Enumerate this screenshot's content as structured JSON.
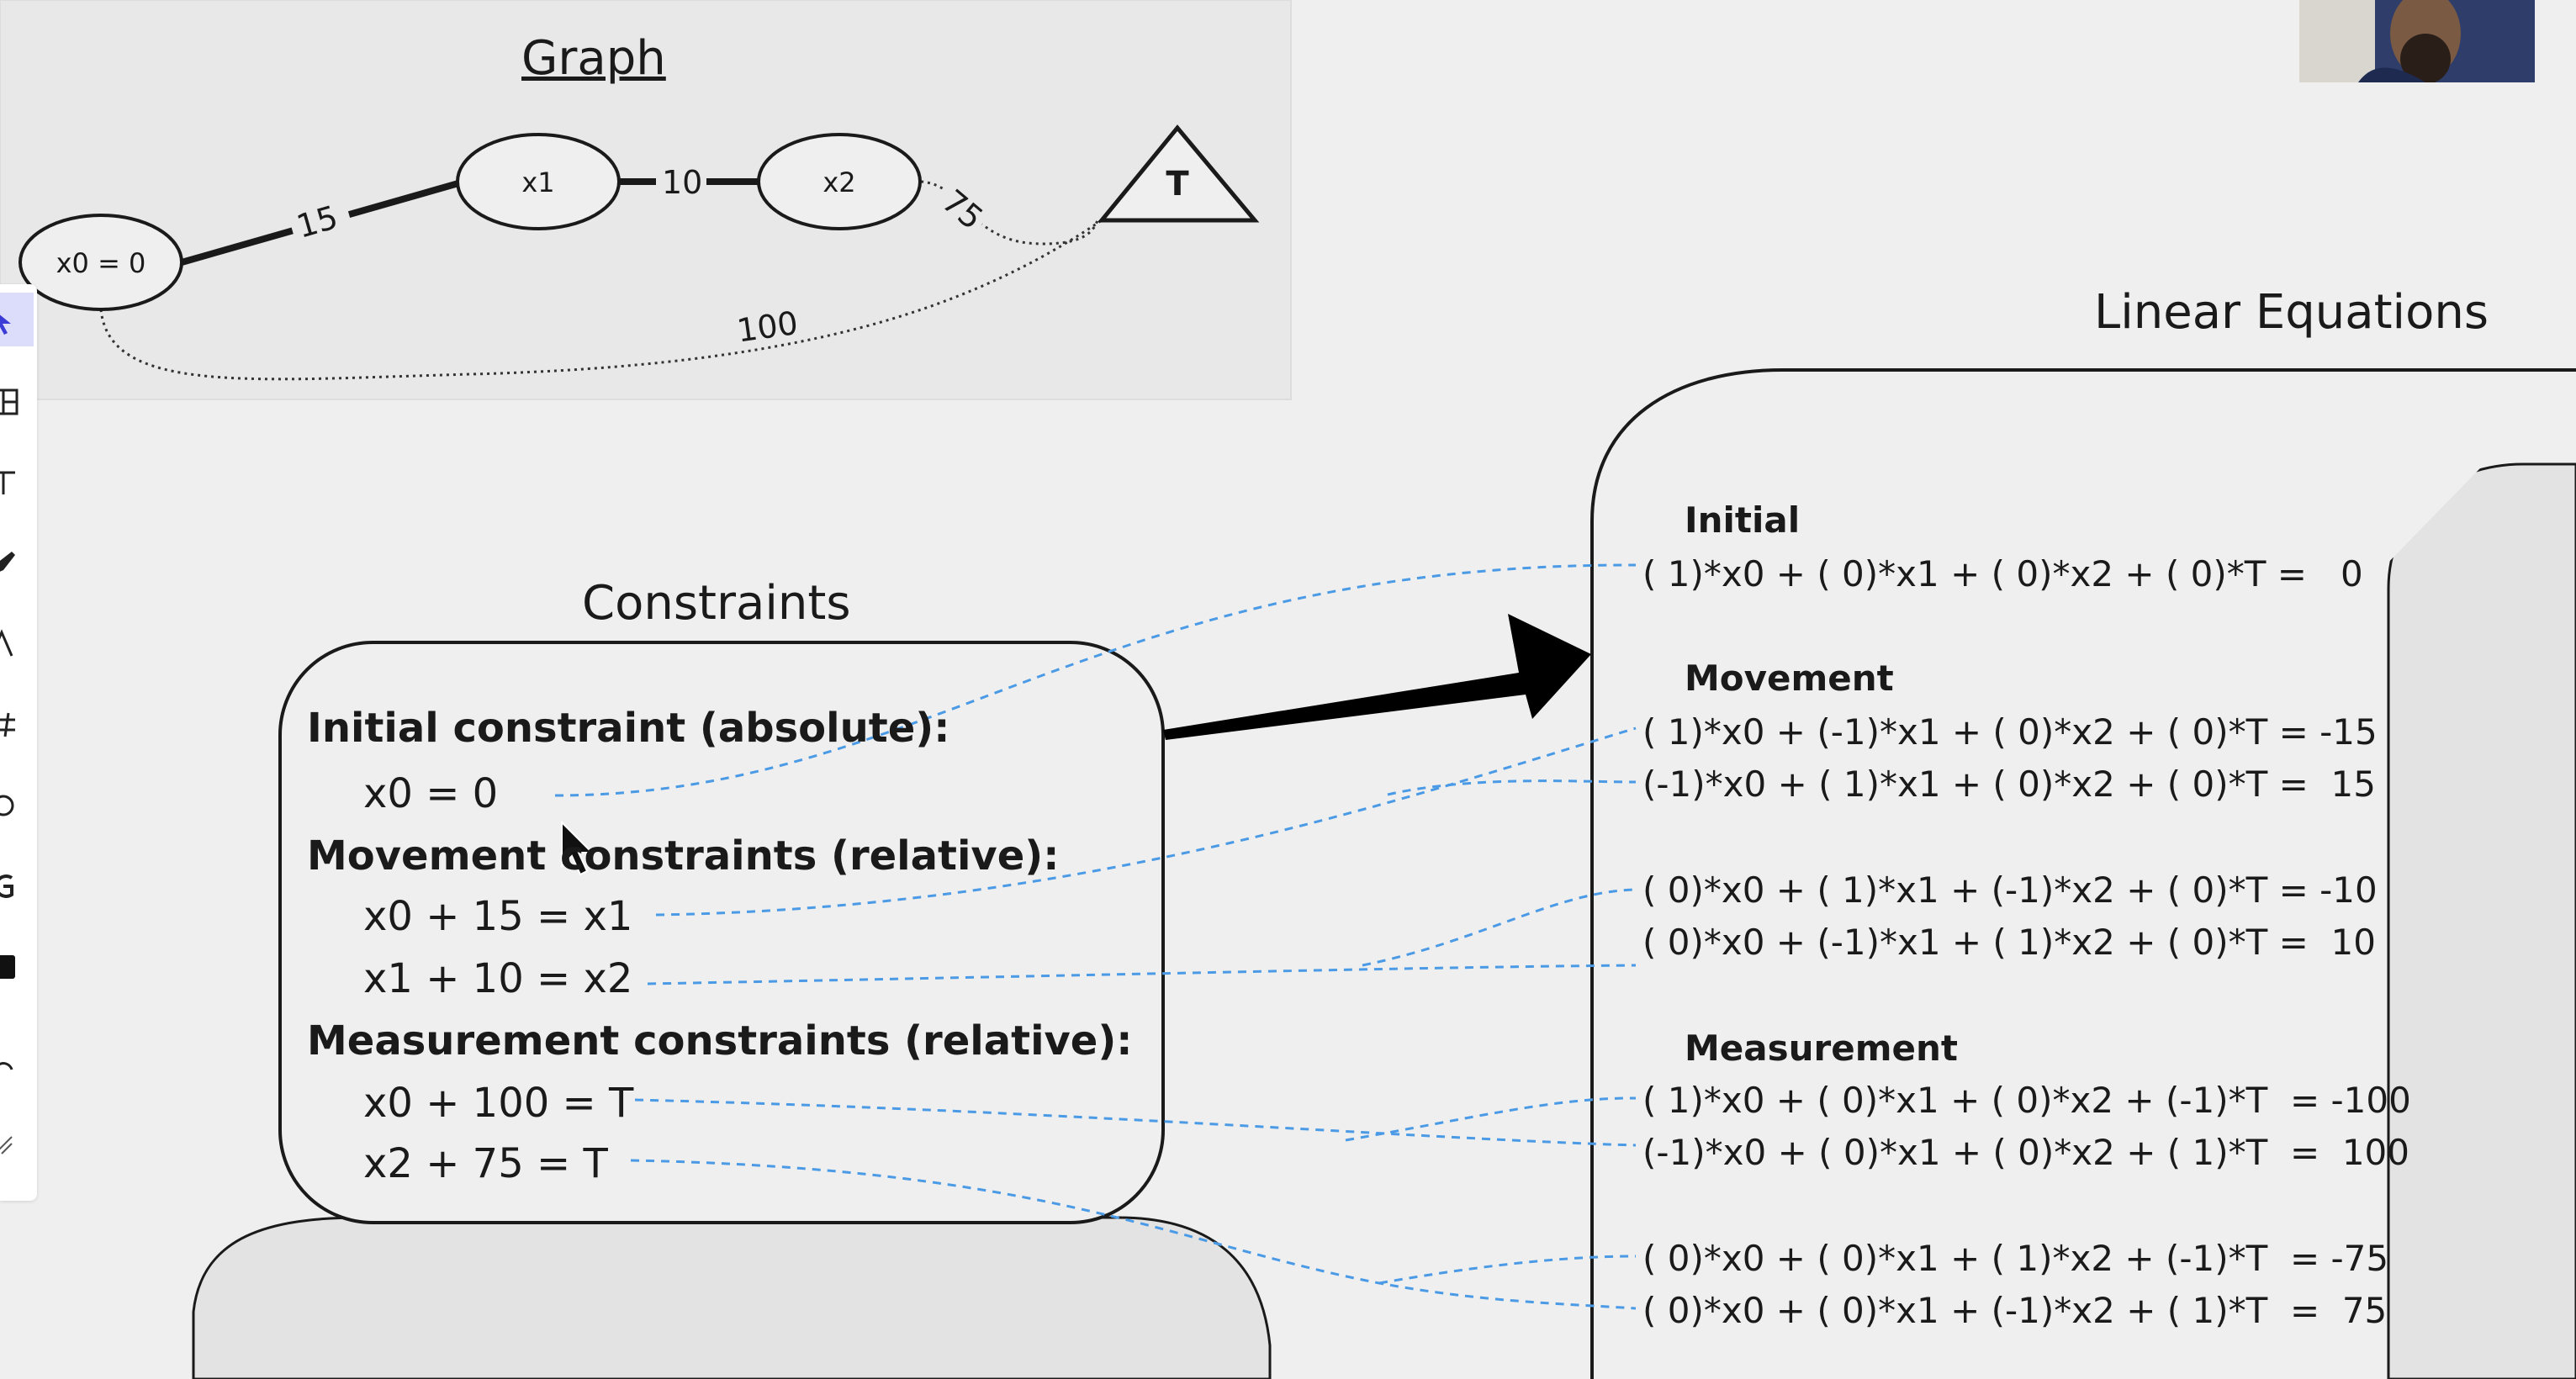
{
  "graph": {
    "title": "Graph",
    "nodes": {
      "x0": "x0 = 0",
      "x1": "x1",
      "x2": "x2",
      "t": "T"
    },
    "edges": {
      "x0_x1": "15",
      "x1_x2": "10",
      "x2_t": "75",
      "x0_t": "100"
    }
  },
  "constraints": {
    "title": "Constraints",
    "initial_heading": "Initial constraint (absolute):",
    "initial_eq": "x0 = 0",
    "movement_heading": "Movement constraints (relative):",
    "movement_eq1": "x0 + 15 = x1",
    "movement_eq2": "x1 + 10 = x2",
    "measurement_heading": "Measurement constraints (relative):",
    "measurement_eq1": "x0 + 100 = T",
    "measurement_eq2": "x2 + 75 = T"
  },
  "linear": {
    "title": "Linear Equations",
    "initial_heading": "Initial",
    "movement_heading": "Movement",
    "measurement_heading": "Measurement",
    "eqs": [
      "( 1)*x0 + ( 0)*x1 + ( 0)*x2 + ( 0)*T =   0",
      "( 1)*x0 + (-1)*x1 + ( 0)*x2 + ( 0)*T = -15",
      "(-1)*x0 + ( 1)*x1 + ( 0)*x2 + ( 0)*T =  15",
      "( 0)*x0 + ( 1)*x1 + (-1)*x2 + ( 0)*T = -10",
      "( 0)*x0 + (-1)*x1 + ( 1)*x2 + ( 0)*T =  10",
      "( 1)*x0 + ( 0)*x1 + ( 0)*x2 + (-1)*T  = -100",
      "(-1)*x0 + ( 0)*x1 + ( 0)*x2 + ( 1)*T  =  100",
      "( 0)*x0 + ( 0)*x1 + ( 1)*x2 + (-1)*T  = -75",
      "( 0)*x0 + ( 0)*x1 + (-1)*x2 + ( 1)*T  =  75"
    ]
  },
  "toolbar": {
    "tools": [
      "select-tool",
      "frame-tool",
      "text-tool",
      "pen-tool",
      "shape-tool",
      "hash-tool",
      "link-tool",
      "connector-tool",
      "sticky-tool",
      "undo-tool",
      "resize-tool"
    ],
    "active_index": 0
  },
  "colors": {
    "background": "#efefef",
    "panel": "#e4e4e4",
    "line": "#1a1a1a",
    "connector": "#4a9ae6",
    "toolbar_active": "#dcdcfb"
  }
}
